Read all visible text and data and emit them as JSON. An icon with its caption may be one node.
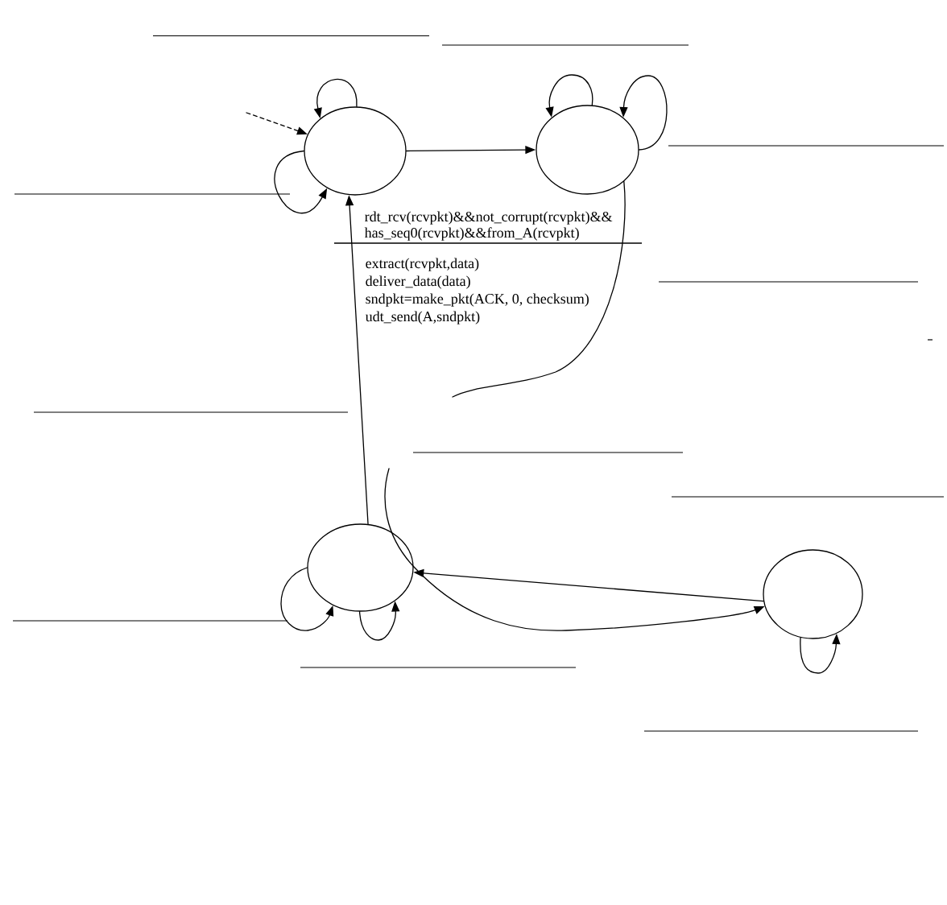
{
  "diagram": {
    "nodes": [
      {
        "text": [],
        "shape": "circle"
      },
      {
        "text": [],
        "shape": "circle"
      },
      {
        "text": [],
        "shape": "circle"
      },
      {
        "text": [],
        "shape": "circle"
      }
    ],
    "edges": [
      {
        "from": null,
        "to": 0,
        "arrow": "to",
        "style": "dashed"
      },
      {
        "from": 0,
        "to": 0,
        "arrow": "to"
      },
      {
        "from": 0,
        "to": 0,
        "arrow": "to"
      },
      {
        "from": 0,
        "to": 1,
        "arrow": "to"
      },
      {
        "from": 1,
        "to": 1,
        "arrow": "to"
      },
      {
        "from": 1,
        "to": 1,
        "arrow": "to"
      },
      {
        "from": 1,
        "to": null,
        "arrow": "none"
      },
      {
        "from": 2,
        "to": 0,
        "arrow": "to",
        "label": "rdt_rcv(rcvpkt)&&not_corrupt(rcvpkt)&& has_seq0(rcvpkt)&&from_A(rcvpkt)"
      },
      {
        "from": null,
        "to": 3,
        "arrow": "to"
      },
      {
        "from": 3,
        "to": 2,
        "arrow": "to"
      },
      {
        "from": 2,
        "to": 2,
        "arrow": "to"
      },
      {
        "from": 2,
        "to": 2,
        "arrow": "to"
      },
      {
        "from": 3,
        "to": 3,
        "arrow": "to"
      }
    ],
    "labels": [
      "extract(rcvpkt,data)",
      "deliver_data(data)",
      "sndpkt=make_pkt(ACK, 0, checksum)",
      "udt_send(A,sndpkt)"
    ]
  }
}
